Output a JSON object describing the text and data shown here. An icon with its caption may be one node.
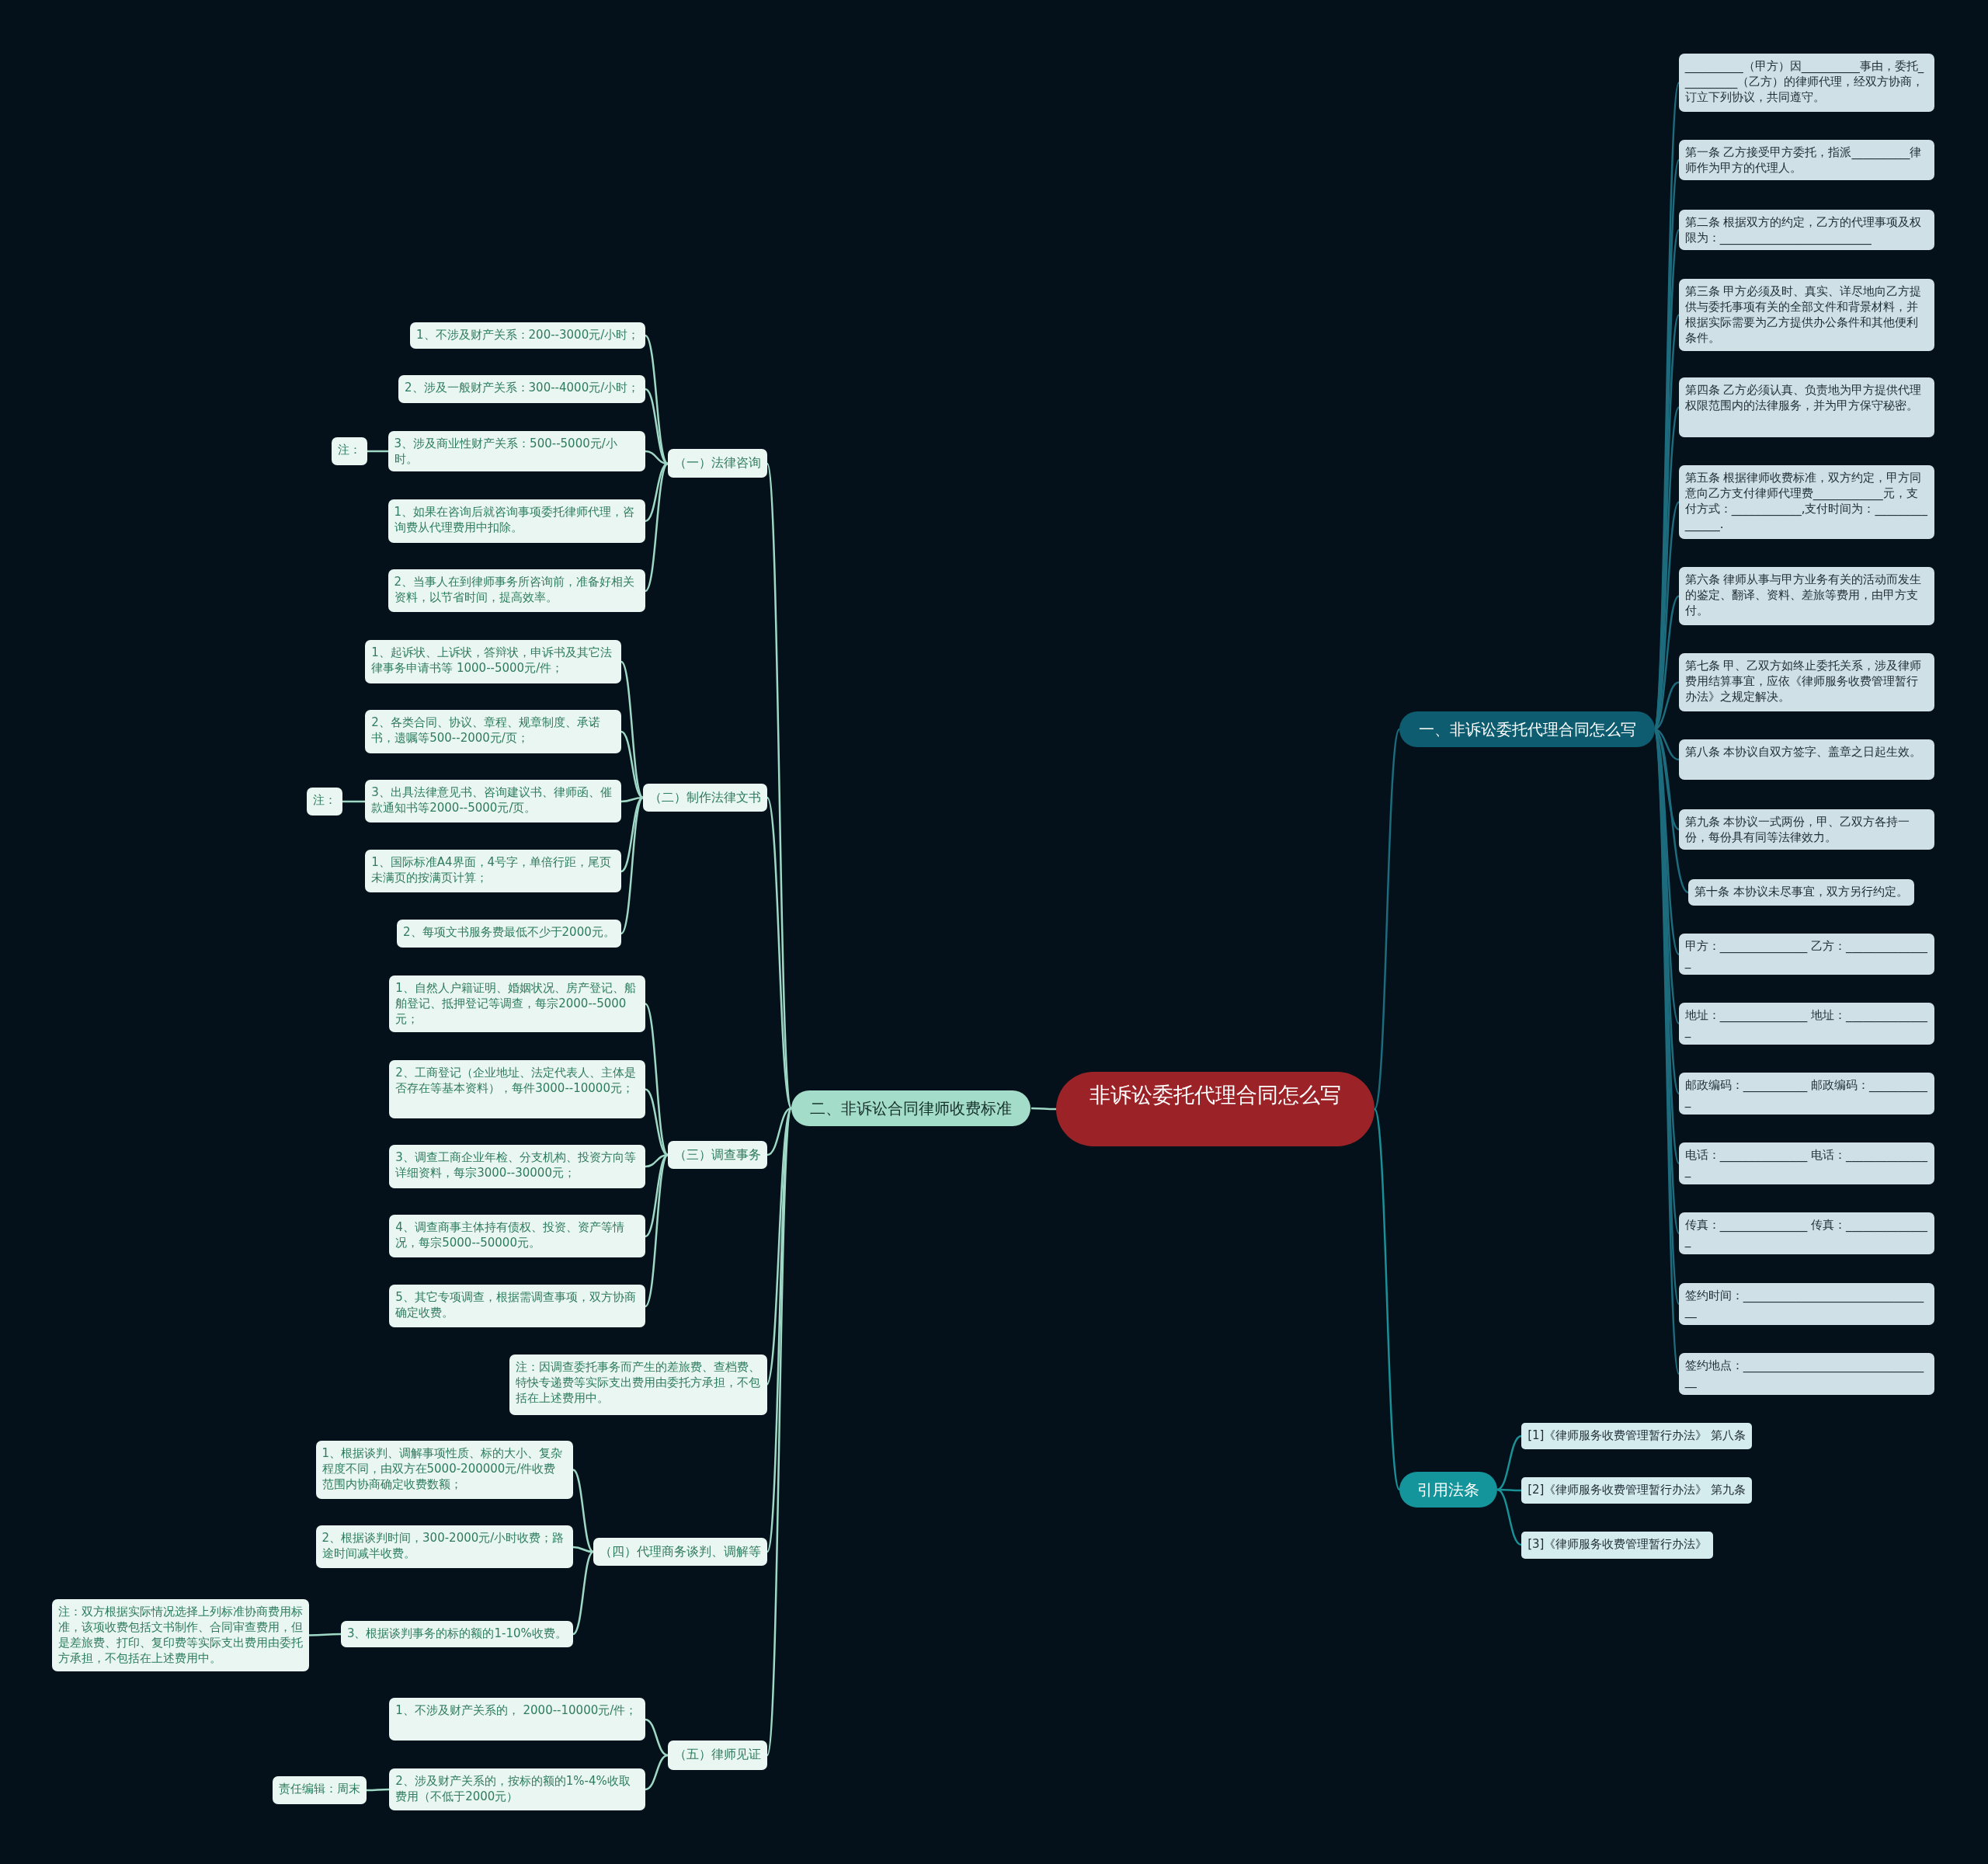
{
  "diagram": {
    "nodes": [
      {
        "text": [
          "非诉讼委托代理合同怎么写"
        ]
      },
      {
        "text": [
          "一、非诉讼委托代理合同怎么写"
        ]
      },
      {
        "text": [
          "__________（甲方）因__________事由，委托__________（乙方）的律师代理，经双方协商，订立下列协议，共同遵守。"
        ]
      },
      {
        "text": [
          "第一条 乙方接受甲方委托，指派__________律师作为甲方的代理人。"
        ]
      },
      {
        "text": [
          "第二条 根据双方的约定，乙方的代理事项及权限为：__________________________"
        ]
      },
      {
        "text": [
          "第三条 甲方必须及时、真实、详尽地向乙方提供与委托事项有关的全部文件和背景材料，并根据实际需要为乙方提供办公条件和其他便利条件。"
        ]
      },
      {
        "text": [
          "第四条 乙方必须认真、负责地为甲方提供代理权限范围内的法律服务，并为甲方保守秘密。"
        ]
      },
      {
        "text": [
          "第五条 根据律师收费标准，双方约定，甲方同意向乙方支付律师代理费____________元，支付方式：____________,支付时间为：_______________."
        ]
      },
      {
        "text": [
          "第六条 律师从事与甲方业务有关的活动而发生的鉴定、翻译、资料、差旅等费用，由甲方支付。"
        ]
      },
      {
        "text": [
          "第七条 甲、乙双方如终止委托关系，涉及律师费用结算事宜，应依《律师服务收费管理暂行办法》之规定解决。"
        ]
      },
      {
        "text": [
          "第八条 本协议自双方签字、盖章之日起生效。"
        ]
      },
      {
        "text": [
          "第九条 本协议一式两份，甲、乙双方各持一份，每份具有同等法律效力。"
        ]
      },
      {
        "text": [
          "第十条 本协议未尽事宜，双方另行约定。"
        ]
      },
      {
        "text": [
          "甲方：_______________ 乙方：_______________"
        ]
      },
      {
        "text": [
          "地址：_______________ 地址：_______________"
        ]
      },
      {
        "text": [
          "邮政编码：___________ 邮政编码：___________"
        ]
      },
      {
        "text": [
          "电话：_______________ 电话：_______________"
        ]
      },
      {
        "text": [
          "传真：_______________ 传真：_______________"
        ]
      },
      {
        "text": [
          "签约时间：_________________________________"
        ]
      },
      {
        "text": [
          "签约地点：_________________________________"
        ]
      },
      {
        "text": [
          "引用法条"
        ]
      },
      {
        "text": [
          "[1]《律师服务收费管理暂行办法》 第八条"
        ]
      },
      {
        "text": [
          "[2]《律师服务收费管理暂行办法》 第九条"
        ]
      },
      {
        "text": [
          "[3]《律师服务收费管理暂行办法》"
        ]
      },
      {
        "text": [
          "二、非诉讼合同律师收费标准"
        ]
      },
      {
        "text": [
          "（一）法律咨询"
        ]
      },
      {
        "text": [
          "1、不涉及财产关系：200--3000元/小时；"
        ]
      },
      {
        "text": [
          "2、涉及一般财产关系：300--4000元/小时；"
        ]
      },
      {
        "text": [
          "3、涉及商业性财产关系：500--5000元/小时。"
        ]
      },
      {
        "text": [
          "注："
        ]
      },
      {
        "text": [
          "1、如果在咨询后就咨询事项委托律师代理，咨询费从代理费用中扣除。"
        ]
      },
      {
        "text": [
          "2、当事人在到律师事务所咨询前，准备好相关资料，以节省时间，提高效率。"
        ]
      },
      {
        "text": [
          "（二）制作法律文书"
        ]
      },
      {
        "text": [
          "1、起诉状、上诉状，答辩状，申诉书及其它法律事务申请书等 1000--5000元/件；"
        ]
      },
      {
        "text": [
          "2、各类合同、协议、章程、规章制度、承诺书，遗嘱等500--2000元/页；"
        ]
      },
      {
        "text": [
          "3、出具法律意见书、咨询建议书、律师函、催款通知书等2000--5000元/页。"
        ]
      },
      {
        "text": [
          "注："
        ]
      },
      {
        "text": [
          "1、国际标准A4界面，4号字，单倍行距，尾页未满页的按满页计算；"
        ]
      },
      {
        "text": [
          "2、每项文书服务费最低不少于2000元。"
        ]
      },
      {
        "text": [
          "（三）调查事务"
        ]
      },
      {
        "text": [
          "1、自然人户籍证明、婚姻状况、房产登记、船舶登记、抵押登记等调查，每宗2000--5000元；"
        ]
      },
      {
        "text": [
          "2、工商登记（企业地址、法定代表人、主体是否存在等基本资料），每件3000--10000元；"
        ]
      },
      {
        "text": [
          "3、调查工商企业年检、分支机构、投资方向等详细资料，每宗3000--30000元；"
        ]
      },
      {
        "text": [
          "4、调查商事主体持有债权、投资、资产等情况，每宗5000--50000元。"
        ]
      },
      {
        "text": [
          "5、其它专项调查，根据需调查事项，双方协商确定收费。"
        ]
      },
      {
        "text": [
          "注：因调查委托事务而产生的差旅费、查档费、特快专递费等实际支出费用由委托方承担，不包括在上述费用中。"
        ]
      },
      {
        "text": [
          "（四）代理商务谈判、调解等"
        ]
      },
      {
        "text": [
          "1、根据谈判、调解事项性质、标的大小、复杂程度不同，由双方在5000-200000元/件收费范围内协商确定收费数额；"
        ]
      },
      {
        "text": [
          "2、根据谈判时间，300-2000元/小时收费；路途时间减半收费。"
        ]
      },
      {
        "text": [
          "3、根据谈判事务的标的额的1-10%收费。"
        ]
      },
      {
        "text": [
          "注：双方根据实际情况选择上列标准协商费用标准，该项收费包括文书制作、合同审查费用，但是差旅费、打印、复印费等实际支出费用由委托方承担，不包括在上述费用中。"
        ]
      },
      {
        "text": [
          "（五）律师见证"
        ]
      },
      {
        "text": [
          "1、不涉及财产关系的， 2000--10000元/件；"
        ]
      },
      {
        "text": [
          "2、涉及财产关系的，按标的额的1%-4%收取费用（不低于2000元）"
        ]
      },
      {
        "text": [
          "责任编辑：周末"
        ]
      }
    ],
    "edges": [
      {
        "from": 0,
        "to": 1,
        "arrow": "none",
        "color": "#1d6c7e"
      },
      {
        "from": 0,
        "to": 20,
        "arrow": "none",
        "color": "#1a9097"
      },
      {
        "from": 0,
        "to": 24,
        "arrow": "none"
      },
      {
        "from": 1,
        "to": 2,
        "arrow": "none",
        "color": "#1d6c7e"
      },
      {
        "from": 1,
        "to": 3,
        "arrow": "none",
        "color": "#1d6c7e"
      },
      {
        "from": 1,
        "to": 4,
        "arrow": "none",
        "color": "#1d6c7e"
      },
      {
        "from": 1,
        "to": 5,
        "arrow": "none",
        "color": "#1d6c7e"
      },
      {
        "from": 1,
        "to": 6,
        "arrow": "none",
        "color": "#1d6c7e"
      },
      {
        "from": 1,
        "to": 7,
        "arrow": "none",
        "color": "#1d6c7e"
      },
      {
        "from": 1,
        "to": 8,
        "arrow": "none",
        "color": "#1d6c7e"
      },
      {
        "from": 1,
        "to": 9,
        "arrow": "none",
        "color": "#1d6c7e"
      },
      {
        "from": 1,
        "to": 10,
        "arrow": "none",
        "color": "#1d6c7e"
      },
      {
        "from": 1,
        "to": 11,
        "arrow": "none",
        "color": "#1d6c7e"
      },
      {
        "from": 1,
        "to": 12,
        "arrow": "none",
        "color": "#1d6c7e"
      },
      {
        "from": 1,
        "to": 13,
        "arrow": "none",
        "color": "#1d6c7e"
      },
      {
        "from": 1,
        "to": 14,
        "arrow": "none",
        "color": "#1d6c7e"
      },
      {
        "from": 1,
        "to": 15,
        "arrow": "none",
        "color": "#1d6c7e"
      },
      {
        "from": 1,
        "to": 16,
        "arrow": "none",
        "color": "#1d6c7e"
      },
      {
        "from": 1,
        "to": 17,
        "arrow": "none",
        "color": "#1d6c7e"
      },
      {
        "from": 1,
        "to": 18,
        "arrow": "none",
        "color": "#1d6c7e"
      },
      {
        "from": 1,
        "to": 19,
        "arrow": "none",
        "color": "#1d6c7e"
      },
      {
        "from": 20,
        "to": 21,
        "arrow": "none",
        "color": "#1a9097"
      },
      {
        "from": 20,
        "to": 22,
        "arrow": "none",
        "color": "#1a9097"
      },
      {
        "from": 20,
        "to": 23,
        "arrow": "none",
        "color": "#1a9097"
      },
      {
        "from": 24,
        "to": 25,
        "arrow": "none"
      },
      {
        "from": 24,
        "to": 32,
        "arrow": "none"
      },
      {
        "from": 24,
        "to": 39,
        "arrow": "none"
      },
      {
        "from": 24,
        "to": 45,
        "arrow": "none"
      },
      {
        "from": 24,
        "to": 46,
        "arrow": "none"
      },
      {
        "from": 24,
        "to": 51,
        "arrow": "none"
      },
      {
        "from": 25,
        "to": 26,
        "arrow": "none"
      },
      {
        "from": 25,
        "to": 27,
        "arrow": "none"
      },
      {
        "from": 25,
        "to": 28,
        "arrow": "none"
      },
      {
        "from": 25,
        "to": 30,
        "arrow": "none"
      },
      {
        "from": 25,
        "to": 31,
        "arrow": "none"
      },
      {
        "from": 28,
        "to": 29,
        "arrow": "none"
      },
      {
        "from": 32,
        "to": 33,
        "arrow": "none"
      },
      {
        "from": 32,
        "to": 34,
        "arrow": "none"
      },
      {
        "from": 32,
        "to": 35,
        "arrow": "none"
      },
      {
        "from": 32,
        "to": 37,
        "arrow": "none"
      },
      {
        "from": 32,
        "to": 38,
        "arrow": "none"
      },
      {
        "from": 35,
        "to": 36,
        "arrow": "none"
      },
      {
        "from": 39,
        "to": 40,
        "arrow": "none"
      },
      {
        "from": 39,
        "to": 41,
        "arrow": "none"
      },
      {
        "from": 39,
        "to": 42,
        "arrow": "none"
      },
      {
        "from": 39,
        "to": 43,
        "arrow": "none"
      },
      {
        "from": 39,
        "to": 44,
        "arrow": "none"
      },
      {
        "from": 46,
        "to": 47,
        "arrow": "none"
      },
      {
        "from": 46,
        "to": 48,
        "arrow": "none"
      },
      {
        "from": 46,
        "to": 49,
        "arrow": "none"
      },
      {
        "from": 49,
        "to": 50,
        "arrow": "none"
      },
      {
        "from": 51,
        "to": 52,
        "arrow": "none"
      },
      {
        "from": 51,
        "to": 53,
        "arrow": "none"
      },
      {
        "from": 53,
        "to": 54,
        "arrow": "none"
      }
    ]
  }
}
